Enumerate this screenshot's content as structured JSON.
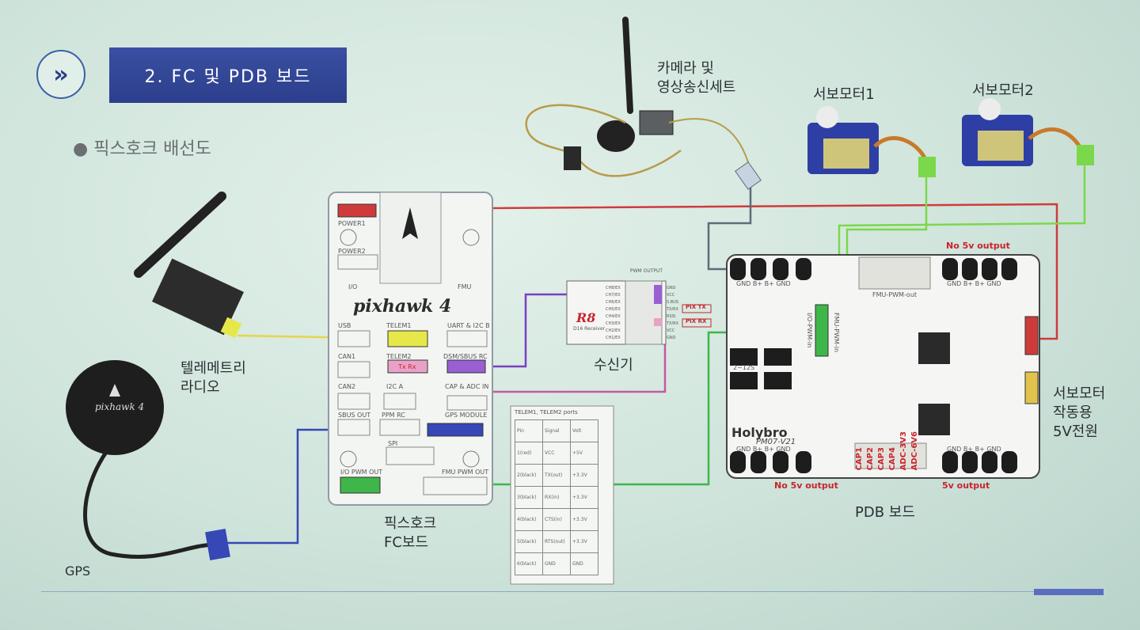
{
  "header": {
    "nav_icon": "double-chevron-right-icon",
    "title": "2. FC 및 PDB 보드"
  },
  "bullet": "픽스호크 배선도",
  "labels": {
    "camera_line1": "카메라 및",
    "camera_line2": "영상송신세트",
    "servo1": "서보모터1",
    "servo2": "서보모터2",
    "telemetry_line1": "텔레메트리",
    "telemetry_line2": "라디오",
    "receiver": "수신기",
    "gps": "GPS",
    "fc_line1": "픽스호크",
    "fc_line2": "FC보드",
    "pdb": "PDB 보드",
    "servo_power_line1": "서보모터",
    "servo_power_line2": "작동용",
    "servo_power_line3": "5V전원"
  },
  "fc_board": {
    "brand": "pixhawk 4",
    "ports": {
      "power1": "POWER1",
      "power2": "POWER2",
      "usb": "USB",
      "telem1": "TELEM1",
      "uart_i2c_b": "UART & I2C B",
      "can1": "CAN1",
      "telem2": "TELEM2",
      "dsm_sbus_rc": "DSM/SBUS RC",
      "can2": "CAN2",
      "i2c_a": "I2C A",
      "cap_adc_in": "CAP & ADC IN",
      "sbus_out": "SBUS OUT",
      "ppm_rc": "PPM RC",
      "gps_module": "GPS MODULE",
      "spi": "SPI",
      "io_pwm_out": "I/O PWM OUT",
      "fmu_pwm_out": "FMU PWM OUT",
      "telem2_pin": "Tx Rx",
      "io_status": "I/O",
      "fmu_status": "FMU"
    }
  },
  "receiver_board": {
    "logo": "R8",
    "model": "D16 Receiver",
    "pwm_output": "PWM OUTPUT",
    "channels": [
      "CH8/EX",
      "CH7/EX",
      "CH6/EX",
      "CH5/EX",
      "CH4/EX",
      "CH3/EX",
      "CH2/EX",
      "CH1/EX"
    ],
    "signals": [
      "GND",
      "VCC",
      "S.BUS",
      "TX/RX",
      "RSSI",
      "TX/RX",
      "VCC",
      "GND"
    ],
    "pix_tx": "PIX TX",
    "pix_rx": "PIX RX"
  },
  "telem_table": {
    "title": "TELEM1, TELEM2 ports",
    "headers": [
      "Pin",
      "Signal",
      "Volt"
    ],
    "rows": [
      [
        "1(red)",
        "VCC",
        "+5V"
      ],
      [
        "2(black)",
        "TX(out)",
        "+3.3V"
      ],
      [
        "3(black)",
        "RX(in)",
        "+3.3V"
      ],
      [
        "4(black)",
        "CTS(in)",
        "+3.3V"
      ],
      [
        "5(black)",
        "RTS(out)",
        "+3.3V"
      ],
      [
        "6(black)",
        "GND",
        "GND"
      ]
    ]
  },
  "pdb_board": {
    "no_5v_top": "No 5v output",
    "no_5v_bottom": "No 5v output",
    "v3_output": "5v output",
    "fmu_pwm_in": "FMU-PWM-in",
    "io_pwm_in": "I/O-PWM-in",
    "fmu_pwm_out": "FMU-PWM-out",
    "brand": "Holybro",
    "model": "PM07-V21",
    "cap_labels": [
      "CAP1",
      "CAP2",
      "CAP3",
      "CAP4",
      "ADC-3V3",
      "ADC-6V6"
    ],
    "gnd_b_labels": "GND B+ B+ GND",
    "battery": "2~12S"
  },
  "colors": {
    "wire_red": "#cf3b3b",
    "wire_yellow": "#e6d54a",
    "wire_purple": "#7a3fc4",
    "wire_pink": "#c45a9e",
    "wire_blue": "#3647b6",
    "wire_green": "#3fb64a",
    "wire_gray": "#5d6b7a",
    "wire_lime": "#7ad84a",
    "title_bg": "#2f4391"
  }
}
